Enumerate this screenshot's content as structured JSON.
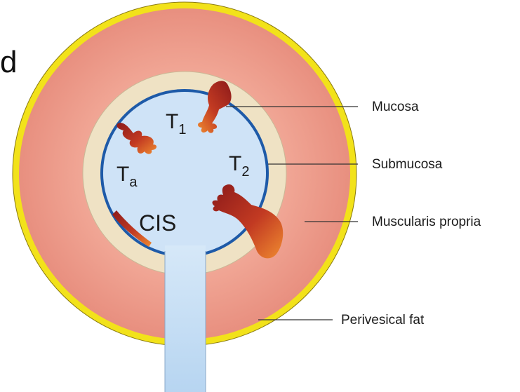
{
  "fragment_text": "d",
  "stages": {
    "t1": {
      "main": "T",
      "sub": "1"
    },
    "ta": {
      "main": "T",
      "sub": "a"
    },
    "t2": {
      "main": "T",
      "sub": "2"
    },
    "cis": "CIS"
  },
  "labels": {
    "mucosa": "Mucosa",
    "submucosa": "Submucosa",
    "muscularis": "Muscularis propria",
    "fat": "Perivesical fat"
  },
  "colors": {
    "fat_ring": "#f2e21a",
    "muscle": "#ef9a8a",
    "submucosa": "#efe2c4",
    "lumen": "#cfe3f7",
    "mucosa_line": "#1e5aa8",
    "tumor_dark": "#8c1a1a",
    "tumor_light": "#e8742c"
  }
}
